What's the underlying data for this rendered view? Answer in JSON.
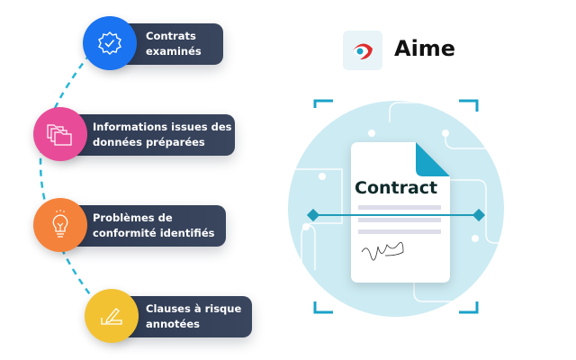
{
  "steps": [
    {
      "label": "Contrats\nexaminés",
      "icon": "badge-check-icon",
      "color": "#1a73f0"
    },
    {
      "label": "Informations issues des\ndonnées préparées",
      "icon": "folders-icon",
      "color": "#e84c98"
    },
    {
      "label": "Problèmes de\nconformité identifiés",
      "icon": "lightbulb-icon",
      "color": "#f5823a"
    },
    {
      "label": "Clauses à risque\nannotées",
      "icon": "pen-edit-icon",
      "color": "#f2c233"
    }
  ],
  "brand": {
    "name": "Aime",
    "accent": "#e02b2b",
    "eye_color": "#1aa3c8"
  },
  "document": {
    "title": "Contract"
  },
  "colors": {
    "connector": "#29b6d8",
    "scan": "#1f9bb8",
    "circle_bg": "#cdebf3",
    "pill_bg": "#2e3a52"
  }
}
